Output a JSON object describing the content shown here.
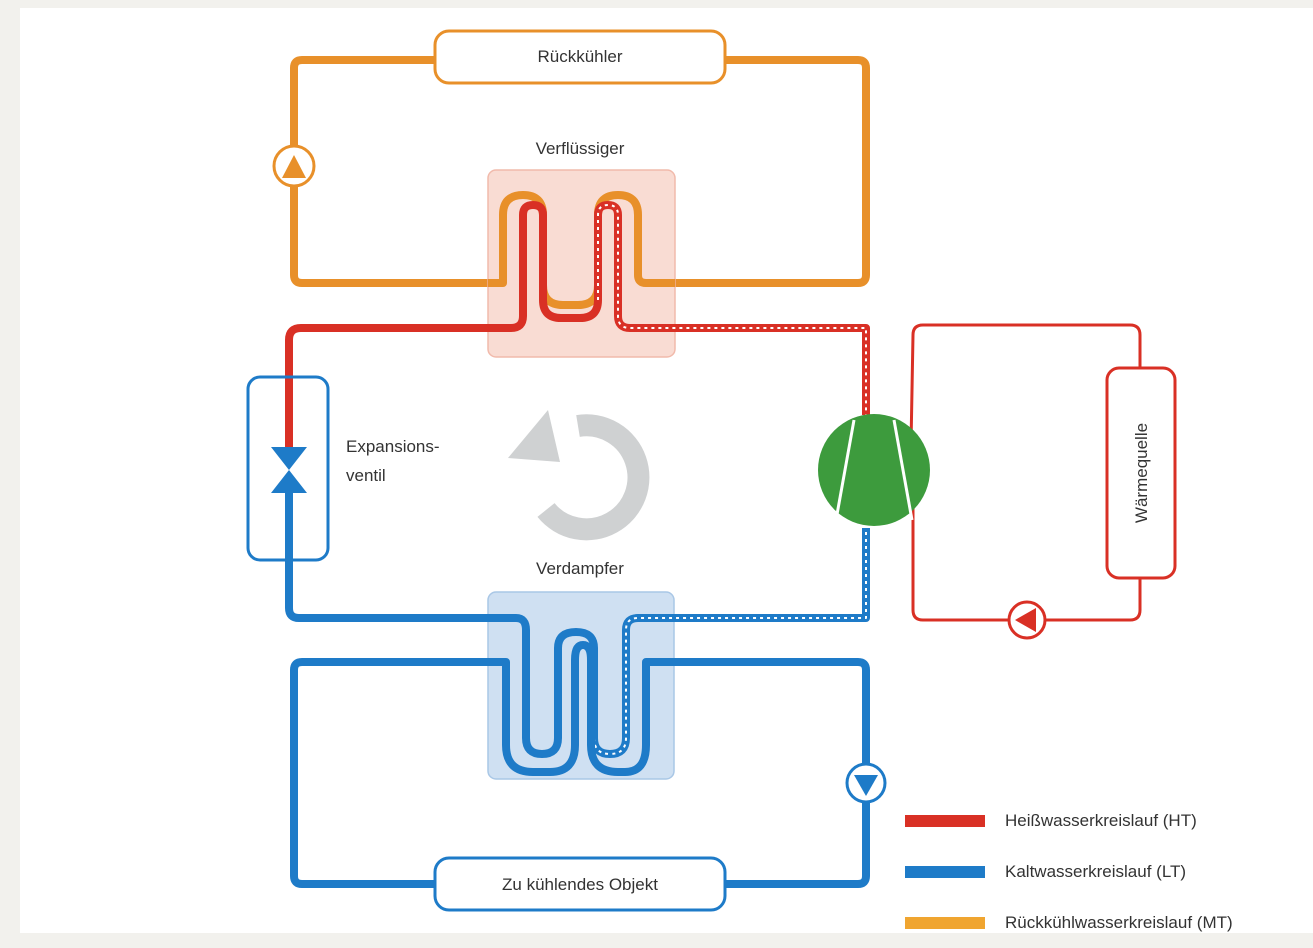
{
  "labels": {
    "rueckkuehler": "Rückkühler",
    "verfluessiger": "Verflüssiger",
    "expansion_1": "Expansions-",
    "expansion_2": "ventil",
    "verdampfer": "Verdampfer",
    "waermequelle": "Wärmequelle",
    "objekt": "Zu kühlendes Objekt"
  },
  "legend": [
    {
      "label": "Heißwasserkreislauf (HT)",
      "color": "#d93025"
    },
    {
      "label": "Kaltwasserkreislauf (LT)",
      "color": "#1e7bc8"
    },
    {
      "label": "Rückkühlwasserkreislauf (MT)",
      "color": "#f0a530"
    }
  ],
  "colors": {
    "hot": "#d93025",
    "cold": "#1e7bc8",
    "cooling": "#e8902a",
    "compressor": "#3d9b3d",
    "cycle_arrow": "#cfd1d2",
    "condenser_box": "#f9d9cf",
    "evaporator_box": "#cfe0f2"
  },
  "icons": {
    "cooling_pump": "pump-up-icon",
    "heat_pump": "pump-left-icon",
    "cold_pump": "pump-down-icon",
    "expansion_valve": "valve-icon",
    "compressor": "compressor-icon",
    "cycle": "circular-arrow-icon"
  }
}
